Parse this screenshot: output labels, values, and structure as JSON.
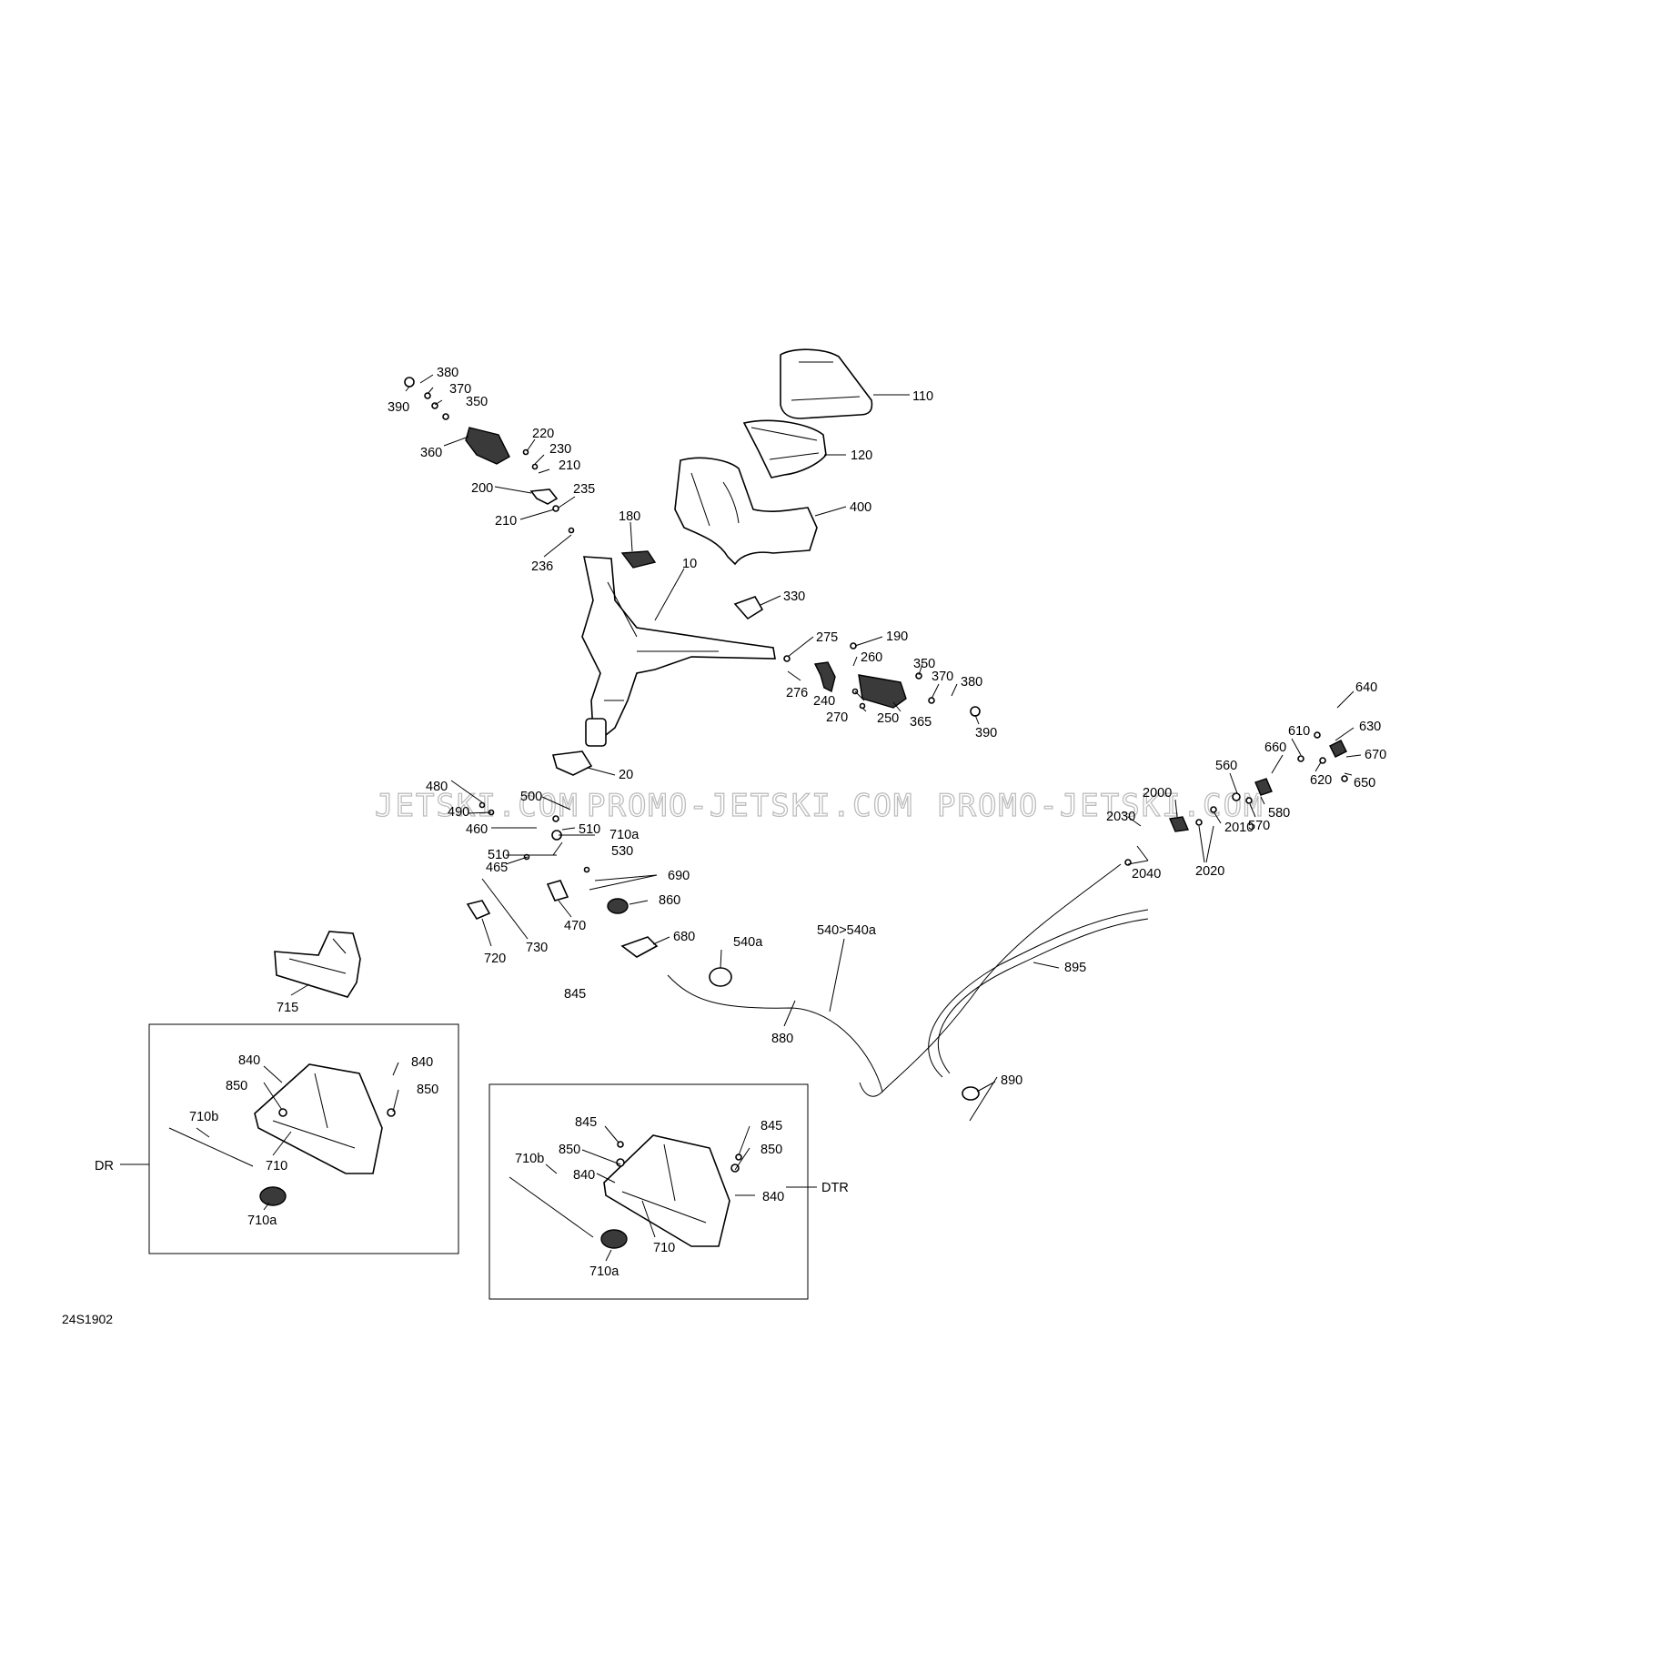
{
  "watermark": {
    "segments": [
      "JETSKI.COM",
      "PROMO-JETSKI.COM",
      "PROMO-JETSKI.COM"
    ]
  },
  "diagram_code": "24S1902",
  "boxes": {
    "left": "DR",
    "right": "DTR"
  },
  "labels": {
    "l380a": "380",
    "l370a": "370",
    "l390a": "390",
    "l350a": "350",
    "l360": "360",
    "l220": "220",
    "l230": "230",
    "l210a": "210",
    "l200": "200",
    "l235": "235",
    "l210b": "210",
    "l236": "236",
    "l180": "180",
    "l10": "10",
    "l110": "110",
    "l120": "120",
    "l400": "400",
    "l330": "330",
    "l275": "275",
    "l190": "190",
    "l260": "260",
    "l276": "276",
    "l240": "240",
    "l270": "270",
    "l250": "250",
    "l350b": "350",
    "l370b": "370",
    "l380b": "380",
    "l365": "365",
    "l390b": "390",
    "l20": "20",
    "l480": "480",
    "l490": "490",
    "l500": "500",
    "l460": "460",
    "l510a": "510",
    "l510b": "510",
    "l530": "530",
    "l465": "465",
    "l710a_top": "710a",
    "l690": "690",
    "l860": "860",
    "l470": "470",
    "l720": "720",
    "l730": "730",
    "l680": "680",
    "l540a": "540a",
    "l540_540a": "540>540a",
    "l895": "895",
    "l845_loose": "845",
    "l880": "880",
    "l890": "890",
    "l715": "715",
    "l640": "640",
    "l630": "630",
    "l610": "610",
    "l660": "660",
    "l670": "670",
    "l620": "620",
    "l650": "650",
    "l560": "560",
    "l580": "580",
    "l570": "570",
    "l2000": "2000",
    "l2030": "2030",
    "l2010": "2010",
    "l2020": "2020",
    "l2040": "2040",
    "dr840a": "840",
    "dr840b": "840",
    "dr850a": "850",
    "dr850b": "850",
    "dr710b": "710b",
    "dr710": "710",
    "dr710a": "710a",
    "dtr845a": "845",
    "dtr845b": "845",
    "dtr850a": "850",
    "dtr850b": "850",
    "dtr840a": "840",
    "dtr840b": "840",
    "dtr710b": "710b",
    "dtr710": "710",
    "dtr710a": "710a"
  }
}
